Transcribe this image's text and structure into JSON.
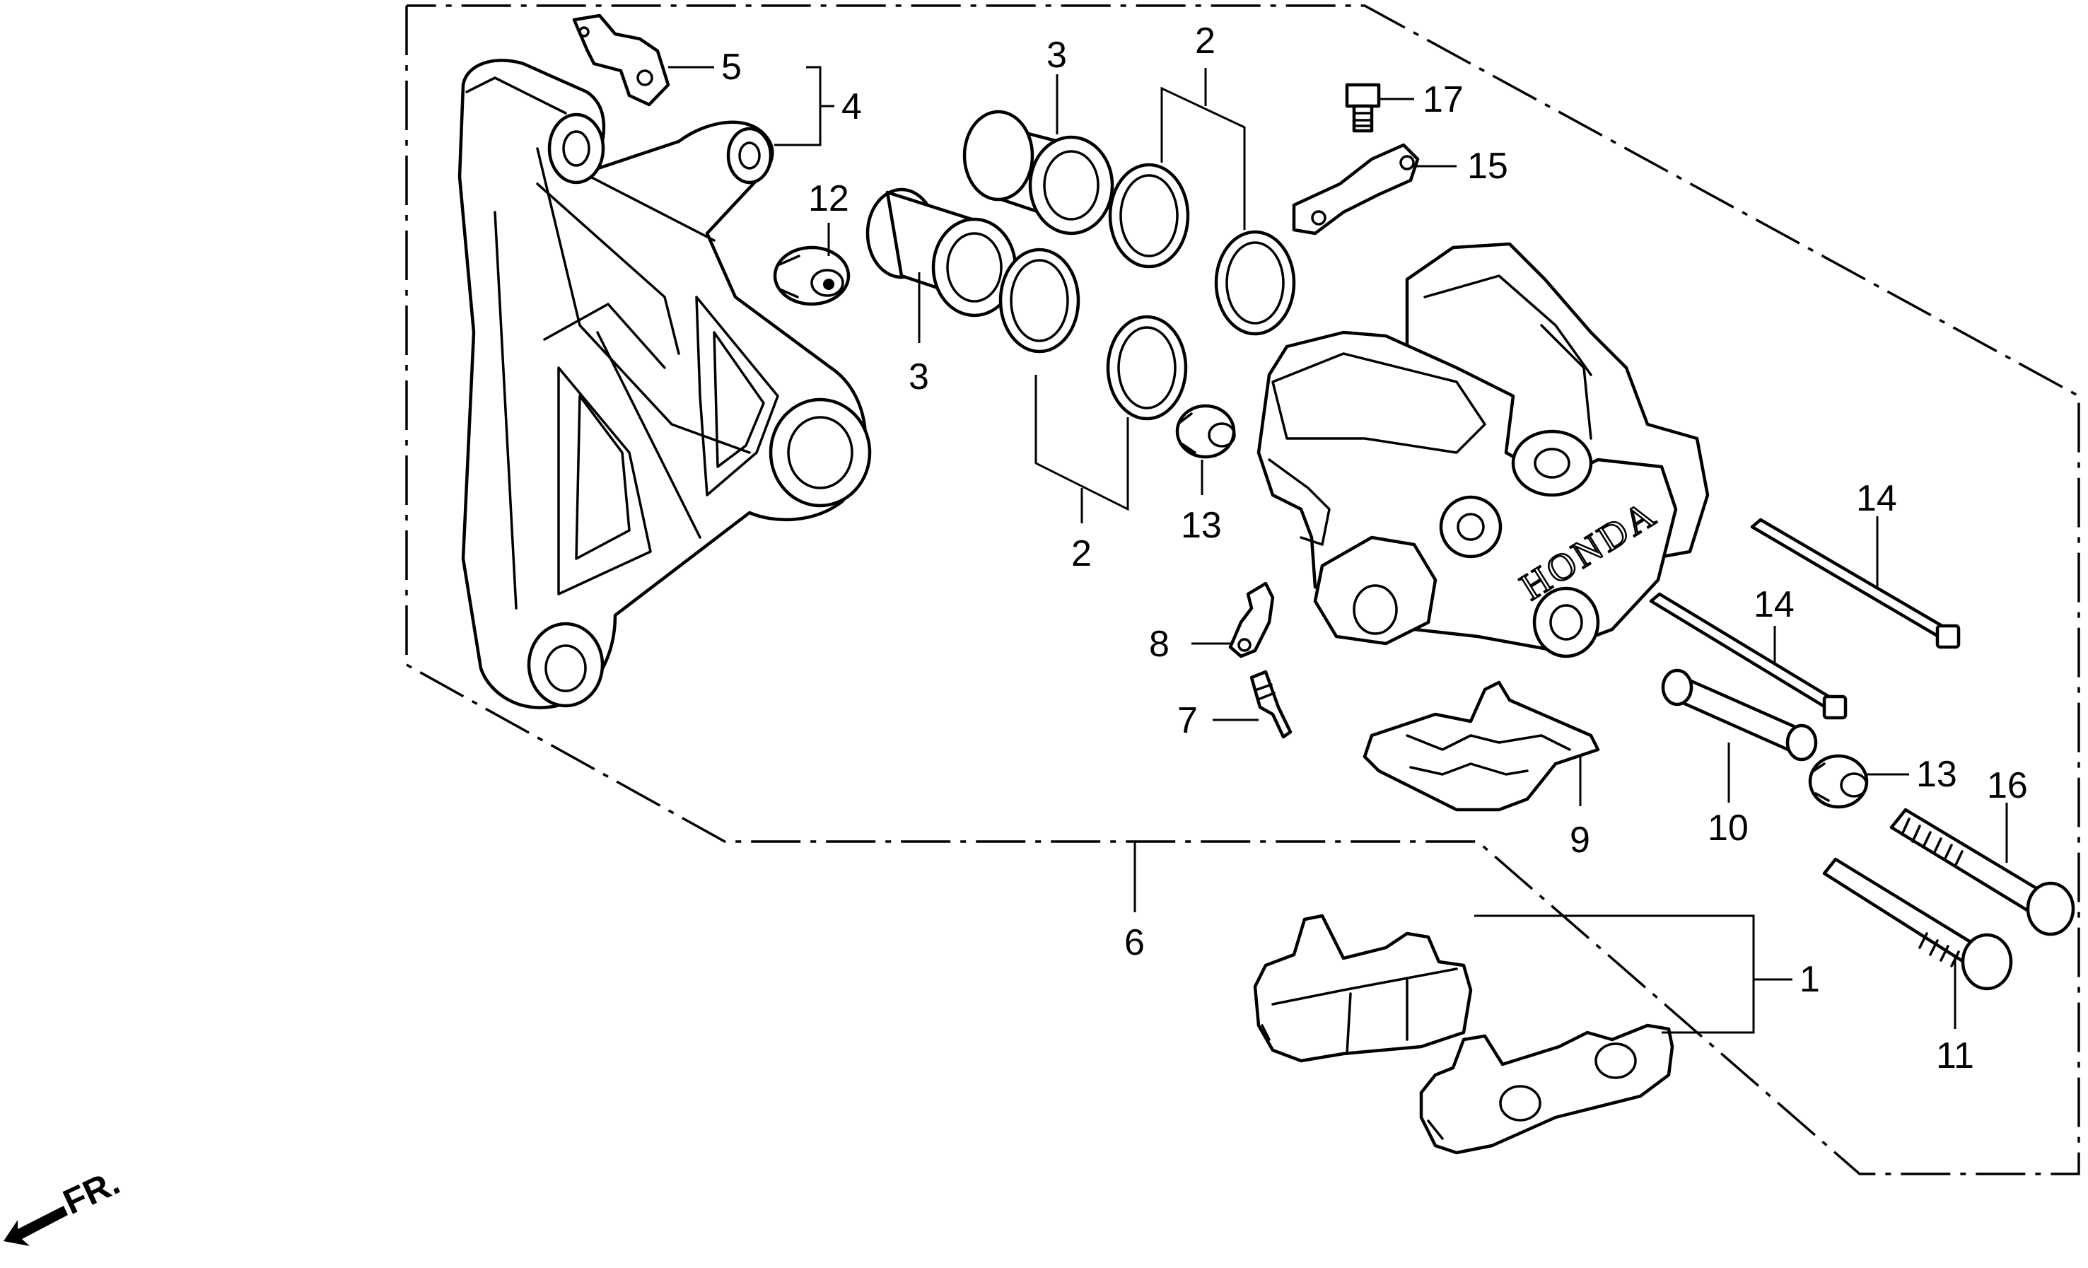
{
  "diagram": {
    "callouts": {
      "p1": "1",
      "p2_top": "2",
      "p2_bottom": "2",
      "p3_top": "3",
      "p3_bottom": "3",
      "p4": "4",
      "p5": "5",
      "p6": "6",
      "p7": "7",
      "p8": "8",
      "p9": "9",
      "p10": "10",
      "p11": "11",
      "p12": "12",
      "p13_top": "13",
      "p13_right": "13",
      "p14_right": "14",
      "p14_left": "14",
      "p15": "15",
      "p16": "16",
      "p17": "17"
    },
    "caliper_logo": "HONDA",
    "direction_label": "FR."
  }
}
